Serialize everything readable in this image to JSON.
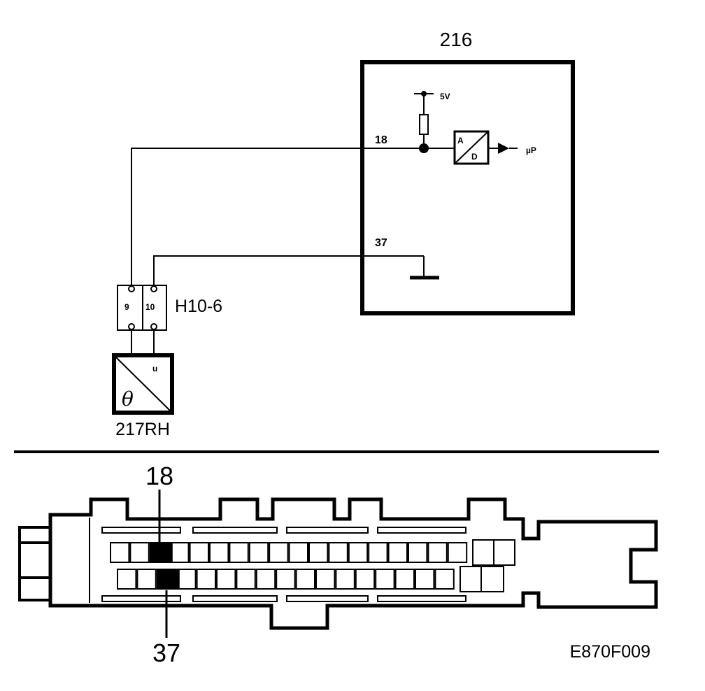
{
  "ecu": {
    "label": "216",
    "supply": "5V",
    "pin_signal": "18",
    "pin_ground": "37",
    "adc_top": "A",
    "adc_bottom": "D",
    "output": "µP"
  },
  "connector_h": {
    "label": "H10-6",
    "pin_left": "9",
    "pin_right": "10"
  },
  "sensor": {
    "label": "217RH",
    "top_symbol": "u",
    "bottom_symbol": "θ"
  },
  "pinout": {
    "top_callout": "18",
    "bottom_callout": "37"
  },
  "figure_code": "E870F009"
}
